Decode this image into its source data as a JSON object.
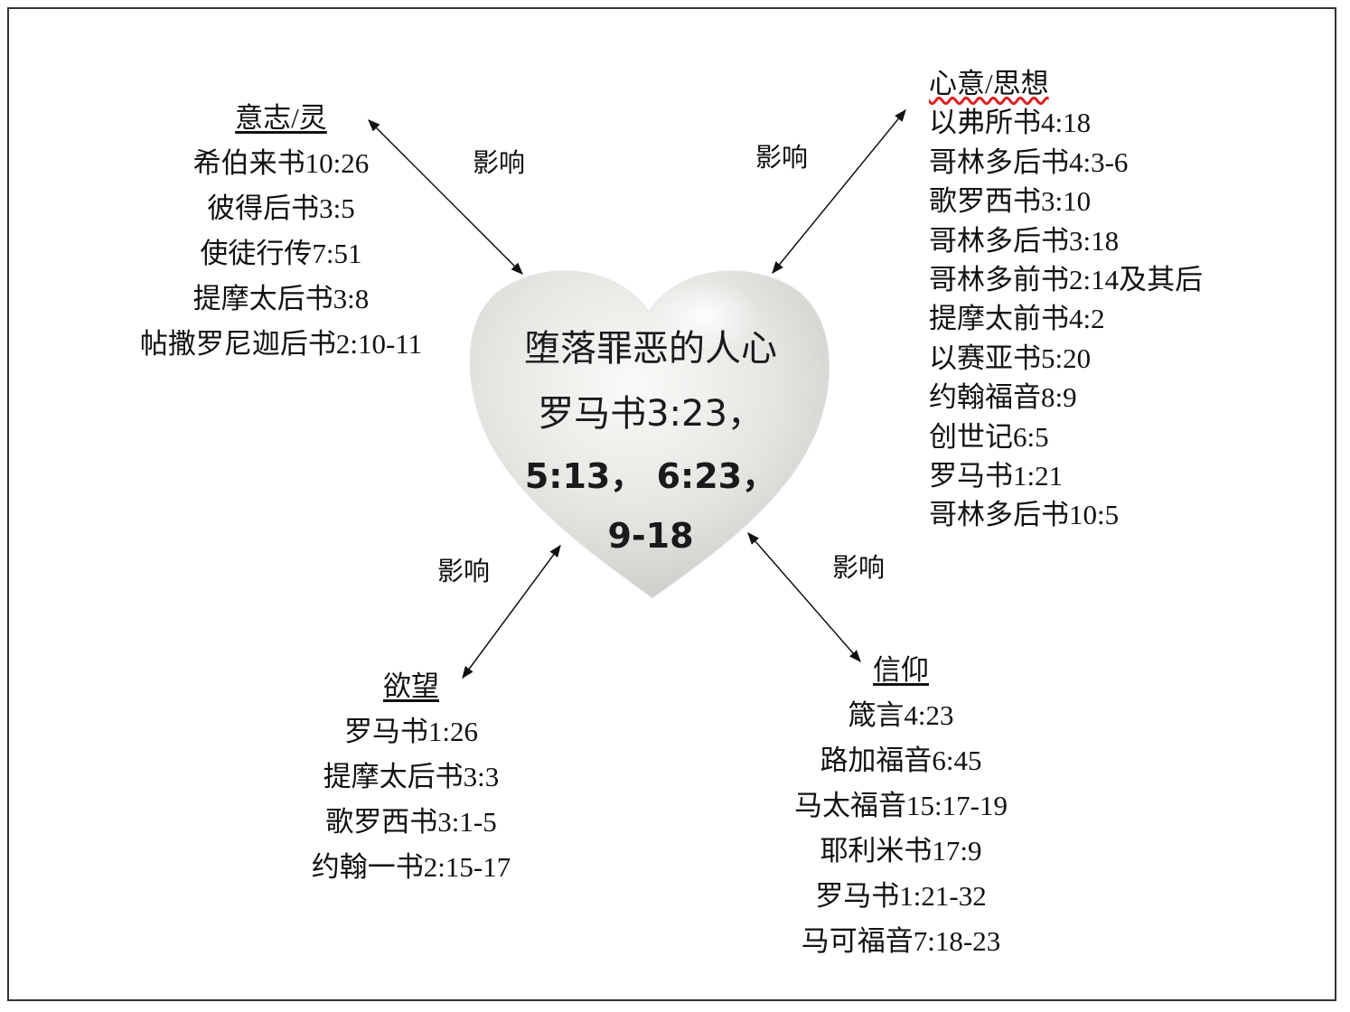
{
  "center": {
    "title": "堕落罪恶的人心",
    "line1": "罗马书3:23，",
    "line2": "5:13， 6:23，",
    "line3": "9-18"
  },
  "influence_label": "影响",
  "will": {
    "header": "意志/灵",
    "items": [
      "希伯来书10:26",
      "彼得后书3:5",
      "使徒行传7:51",
      "提摩太后书3:8",
      "帖撒罗尼迦后书2:10-11"
    ]
  },
  "mind": {
    "header": "心意/思想",
    "items": [
      "以弗所书4:18",
      "哥林多后书4:3-6",
      "歌罗西书3:10",
      "哥林多后书3:18",
      "哥林多前书2:14及其后",
      "提摩太前书4:2",
      "以赛亚书5:20",
      "约翰福音8:9",
      "创世记6:5",
      "罗马书1:21",
      "哥林多后书10:5"
    ]
  },
  "desire": {
    "header": "欲望",
    "items": [
      "罗马书1:26",
      "提摩太后书3:3",
      "歌罗西书3:1-5",
      "约翰一书2:15-17"
    ]
  },
  "faith": {
    "header": "信仰",
    "items": [
      "箴言4:23",
      "路加福音6:45",
      "马太福音15:17-19",
      "耶利米书17:9",
      "罗马书1:21-32",
      "马可福音7:18-23"
    ]
  }
}
